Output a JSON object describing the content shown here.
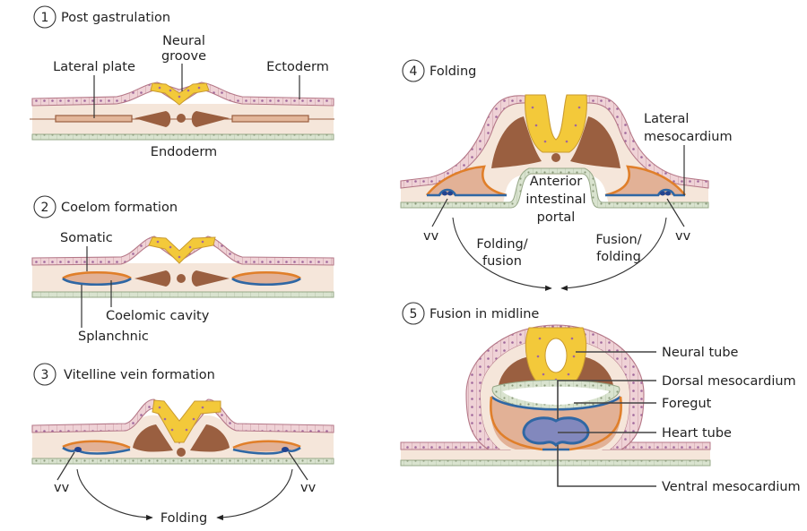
{
  "panels": [
    {
      "number": "1",
      "title": "Post gastrulation",
      "labels": {
        "neural_groove": [
          "Neural",
          "groove"
        ],
        "lateral_plate": "Lateral plate",
        "ectoderm": "Ectoderm",
        "endoderm": "Endoderm"
      }
    },
    {
      "number": "2",
      "title": "Coelom formation",
      "labels": {
        "somatic": "Somatic",
        "coelomic_cavity": "Coelomic cavity",
        "splanchnic": "Splanchnic"
      }
    },
    {
      "number": "3",
      "title": "Vitelline vein formation",
      "labels": {
        "vv_left": "vv",
        "vv_right": "vv",
        "folding": "Folding"
      }
    },
    {
      "number": "4",
      "title": "Folding",
      "labels": {
        "lateral_mesocardium": [
          "Lateral",
          "mesocardium"
        ],
        "anterior_intestinal_portal": [
          "Anterior",
          "intestinal",
          "portal"
        ],
        "vv_left": "vv",
        "vv_right": "vv",
        "folding_fusion": [
          "Folding/",
          "fusion"
        ],
        "fusion_folding": [
          "Fusion/",
          "folding"
        ]
      }
    },
    {
      "number": "5",
      "title": "Fusion in midline",
      "labels": {
        "neural_tube": "Neural tube",
        "dorsal_mesocardium": "Dorsal mesocardium",
        "foregut": "Foregut",
        "heart_tube": "Heart tube",
        "ventral_mesocardium": "Ventral mesocardium"
      }
    }
  ],
  "colors": {
    "ectoderm": "#efd2d6",
    "endoderm": "#d9e3cf",
    "mesoderm": "#f5e6da",
    "neural_plate": "#f3c93a",
    "somite": "#9a5f40",
    "somatic_layer": "#e07f2a",
    "splanchnic_layer": "#2f67a4",
    "vitelline_vein": "#22438f",
    "heart_tube": "#8288bd"
  }
}
